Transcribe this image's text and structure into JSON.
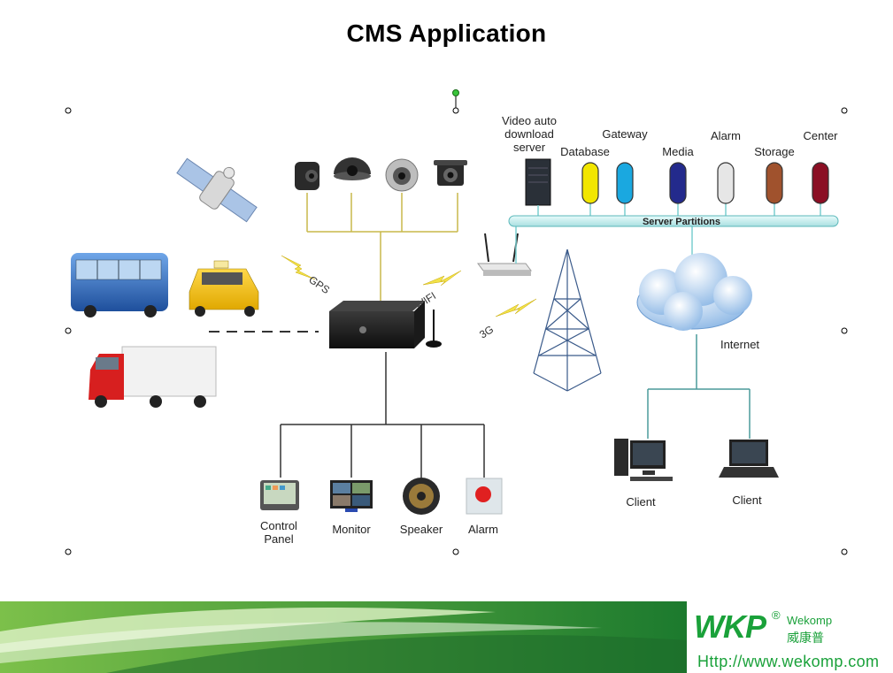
{
  "title": "CMS Application",
  "diagram": {
    "server": {
      "video_download_lines": [
        "Video auto",
        "download",
        "server"
      ],
      "partitions_bus_label": "Server Partitions",
      "partitions": [
        {
          "label": "Database",
          "color": "#f2e600"
        },
        {
          "label": "Gateway",
          "color": "#1aa8e0"
        },
        {
          "label": "Media",
          "color": "#232a8c"
        },
        {
          "label": "Alarm",
          "color": "#e6e6e6"
        },
        {
          "label": "Storage",
          "color": "#a0522d"
        },
        {
          "label": "Center",
          "color": "#8b0f24"
        }
      ]
    },
    "signals": {
      "gps": "GPS",
      "wifi": "WIFI",
      "three_g": "3G"
    },
    "internet_label": "Internet",
    "clients": [
      "Client",
      "Client"
    ],
    "peripherals": [
      {
        "label_lines": [
          "Control",
          "Panel"
        ],
        "icon": "control-panel-icon"
      },
      {
        "label_lines": [
          "Monitor"
        ],
        "icon": "monitor-icon"
      },
      {
        "label_lines": [
          "Speaker"
        ],
        "icon": "speaker-icon"
      },
      {
        "label_lines": [
          "Alarm"
        ],
        "icon": "alarm-button-icon"
      }
    ],
    "vehicles": [
      "bus-icon",
      "taxi-icon",
      "truck-icon"
    ],
    "cameras": [
      "camera-1-icon",
      "camera-2-icon",
      "camera-3-icon",
      "camera-4-icon"
    ]
  },
  "footer": {
    "logo_mark": "WKP",
    "reg_mark": "®",
    "brand": "Wekomp",
    "brand_cn": "威康普",
    "url": "Http://www.wekomp.com",
    "accent": "#1aa13a"
  }
}
